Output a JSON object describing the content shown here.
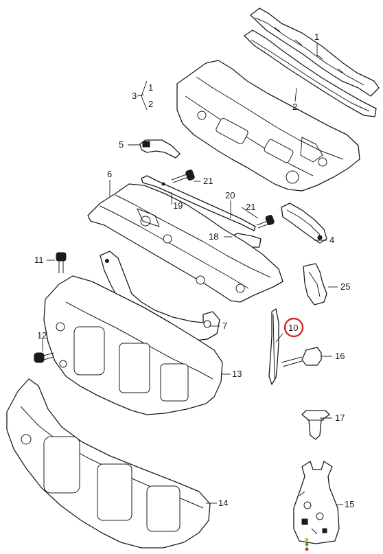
{
  "callouts": {
    "c1": "1",
    "c2": "2",
    "c3": "3",
    "c3a": "1",
    "c3b": "2",
    "c4": "4",
    "c5": "5",
    "c6": "6",
    "c7": "7",
    "c10": "10",
    "c11": "11",
    "c12": "12",
    "c13": "13",
    "c14": "14",
    "c15": "15",
    "c16": "16",
    "c17": "17",
    "c18": "18",
    "c19": "19",
    "c20": "20",
    "c21a": "21",
    "c21b": "21",
    "c25": "25"
  },
  "highlighted_part": "10",
  "colors": {
    "highlight": "#d22a2a",
    "line": "#1a1a1a",
    "dot_yellow": "#e6b800",
    "dot_green": "#3aa13a",
    "dot_red": "#d22a2a"
  }
}
